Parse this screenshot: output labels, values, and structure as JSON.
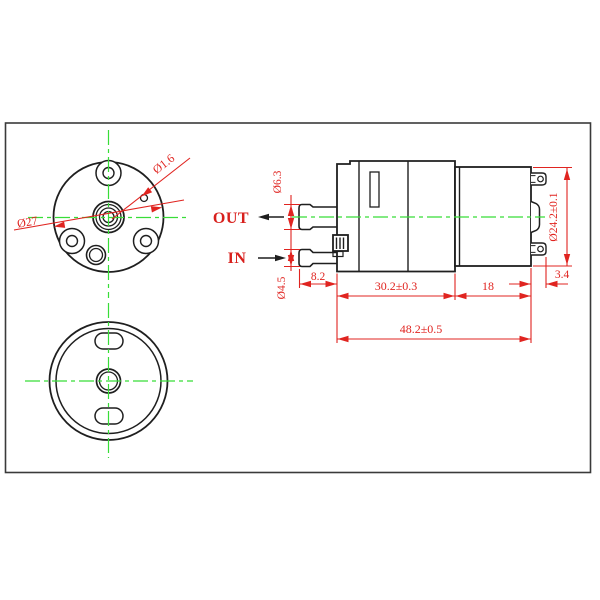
{
  "drawing": {
    "type": "technical-drawing",
    "subject": "micro diaphragm pump with DC motor, three orthographic views",
    "colors": {
      "outline": "#1f1f1f",
      "dimension_red": "#e02420",
      "centerline_green": "#38dd38",
      "frame": "#3a3a3a",
      "background": "#ffffff"
    },
    "front_view": {
      "outer_diameter": "Ø27",
      "hole_diameter": "Ø1.6"
    },
    "side_view": {
      "out_label": "OUT",
      "in_label": "IN",
      "outlet_diameter": "Ø6.3",
      "inlet_diameter": "Ø4.5",
      "port_length": "8.2",
      "pump_head_length": "30.2±0.3",
      "motor_length": "18",
      "terminal_length": "3.4",
      "total_length": "48.2±0.5",
      "motor_diameter": "Ø24.2±0.1"
    }
  }
}
